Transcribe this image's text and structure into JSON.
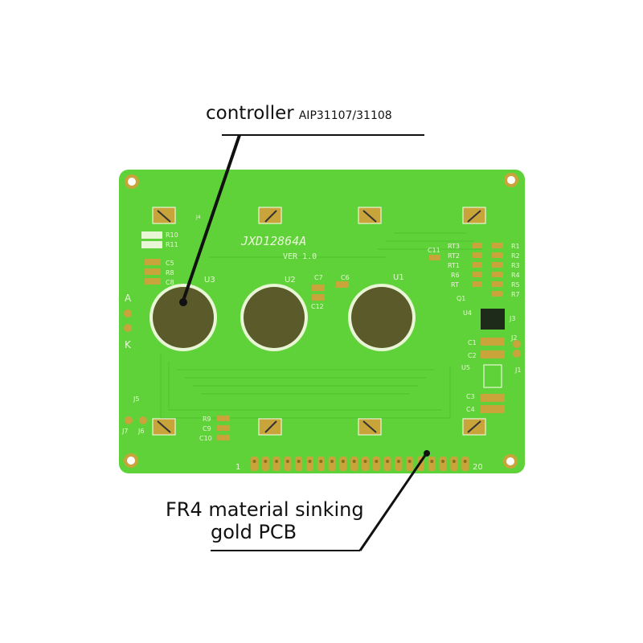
{
  "callouts": {
    "controller": {
      "label": "controller",
      "chip": "AIP31107/31108"
    },
    "pcb": {
      "line1": "FR4 material sinking",
      "line2": "gold PCB"
    }
  },
  "board": {
    "model": "JXD12864A",
    "version": "VER 1.0",
    "chips": [
      "U3",
      "U2",
      "U1"
    ],
    "pin_first": "1",
    "pin_last": "20",
    "left_labels": [
      "R10",
      "R11",
      "C5",
      "R8",
      "C8",
      "A",
      "K",
      "J5",
      "J7",
      "J6",
      "R9",
      "C9",
      "C10"
    ],
    "middle_labels": [
      "J4",
      "C7",
      "C6",
      "C12",
      "C11"
    ],
    "right_labels": [
      "RT3",
      "RT2",
      "RT1",
      "R6",
      "RT",
      "R1",
      "R2",
      "R3",
      "R4",
      "R5",
      "R7",
      "Q1",
      "U4",
      "J3",
      "C1",
      "C2",
      "J2",
      "U5",
      "J1",
      "C3",
      "C4"
    ]
  },
  "colors": {
    "pcb": "#5fd23a",
    "trace": "#4fbf2c",
    "pad": "#c9a43a",
    "blob": "#5a5a2a"
  }
}
